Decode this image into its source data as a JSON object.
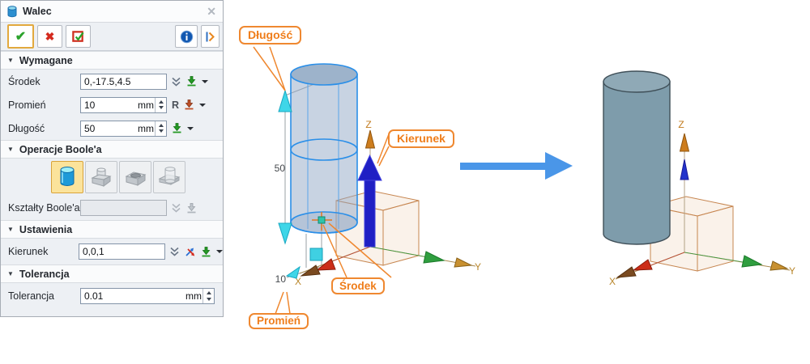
{
  "dialog": {
    "title": "Walec",
    "sections": {
      "wymagane": {
        "label": "Wymagane",
        "srodek": {
          "label": "Środek",
          "value": "0,-17.5,4.5"
        },
        "promien": {
          "label": "Promień",
          "value": "10",
          "unit": "mm",
          "ref": "R"
        },
        "dlugosc": {
          "label": "Długość",
          "value": "50",
          "unit": "mm"
        }
      },
      "boole": {
        "label": "Operacje Boole'a",
        "shapes": {
          "label": "Kształty Boole'a",
          "value": ""
        }
      },
      "ustawienia": {
        "label": "Ustawienia",
        "kierunek": {
          "label": "Kierunek",
          "value": "0,0,1"
        }
      },
      "tolerancja": {
        "label": "Tolerancja",
        "tolerancja": {
          "label": "Tolerancja",
          "value": "0.01",
          "unit": "mm"
        }
      }
    },
    "icons": {
      "ok": "✔",
      "cancel": "✖",
      "close": "✕"
    }
  },
  "viewport": {
    "callouts": {
      "dlugosc": "Długość",
      "kierunek": "Kierunek",
      "srodek": "Środek",
      "promien": "Promień"
    },
    "dims": {
      "length": "50",
      "radius": "10"
    },
    "axes": {
      "x": "X",
      "y": "Y",
      "z": "Z"
    }
  },
  "colors": {
    "callout_border": "#ef8830",
    "preview_edge": "#2b8fe8",
    "direction_arrow": "#1f1fc4",
    "transition_arrow": "#4a96e8",
    "selected_bool_bg": "#fbe39b"
  }
}
